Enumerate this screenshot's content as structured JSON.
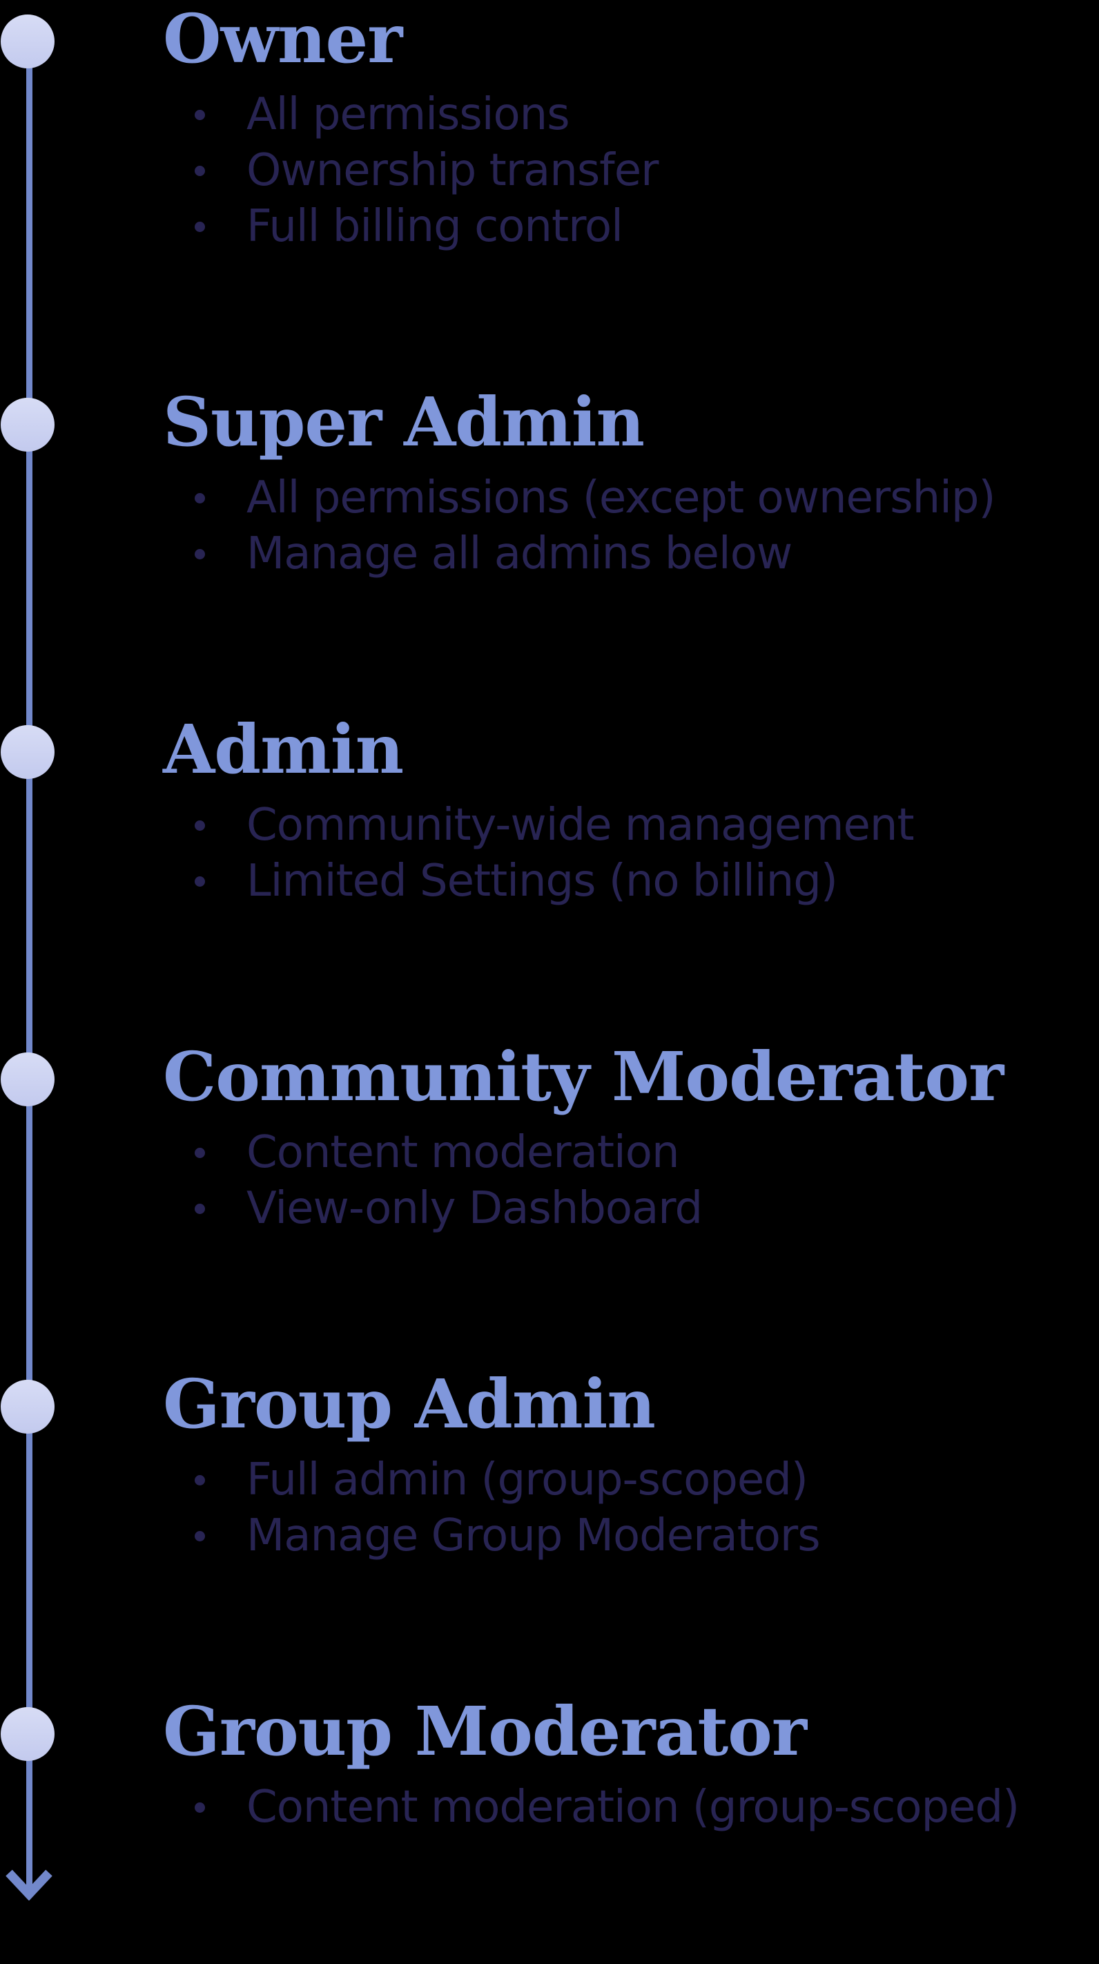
{
  "page": {
    "background_color": "#000000"
  },
  "timeline": {
    "orientation": "vertical",
    "line_color": "#7288cb",
    "heading_color": "#8097db",
    "bullet_color": "#282453",
    "node_color_top": "#d7dcf5",
    "node_color_bottom": "#c3caee",
    "end_icon": "down-arrow-icon",
    "roles": [
      {
        "title": "Owner",
        "permissions": [
          "All permissions",
          "Ownership transfer",
          "Full billing control"
        ]
      },
      {
        "title": "Super Admin",
        "permissions": [
          "All permissions (except ownership)",
          "Manage all admins below"
        ]
      },
      {
        "title": "Admin",
        "permissions": [
          "Community-wide management",
          "Limited Settings (no billing)"
        ]
      },
      {
        "title": "Community Moderator",
        "permissions": [
          "Content moderation",
          "View-only Dashboard"
        ]
      },
      {
        "title": "Group Admin",
        "permissions": [
          "Full admin (group-scoped)",
          "Manage Group Moderators"
        ]
      },
      {
        "title": "Group Moderator",
        "permissions": [
          "Content moderation (group-scoped)"
        ]
      }
    ]
  }
}
